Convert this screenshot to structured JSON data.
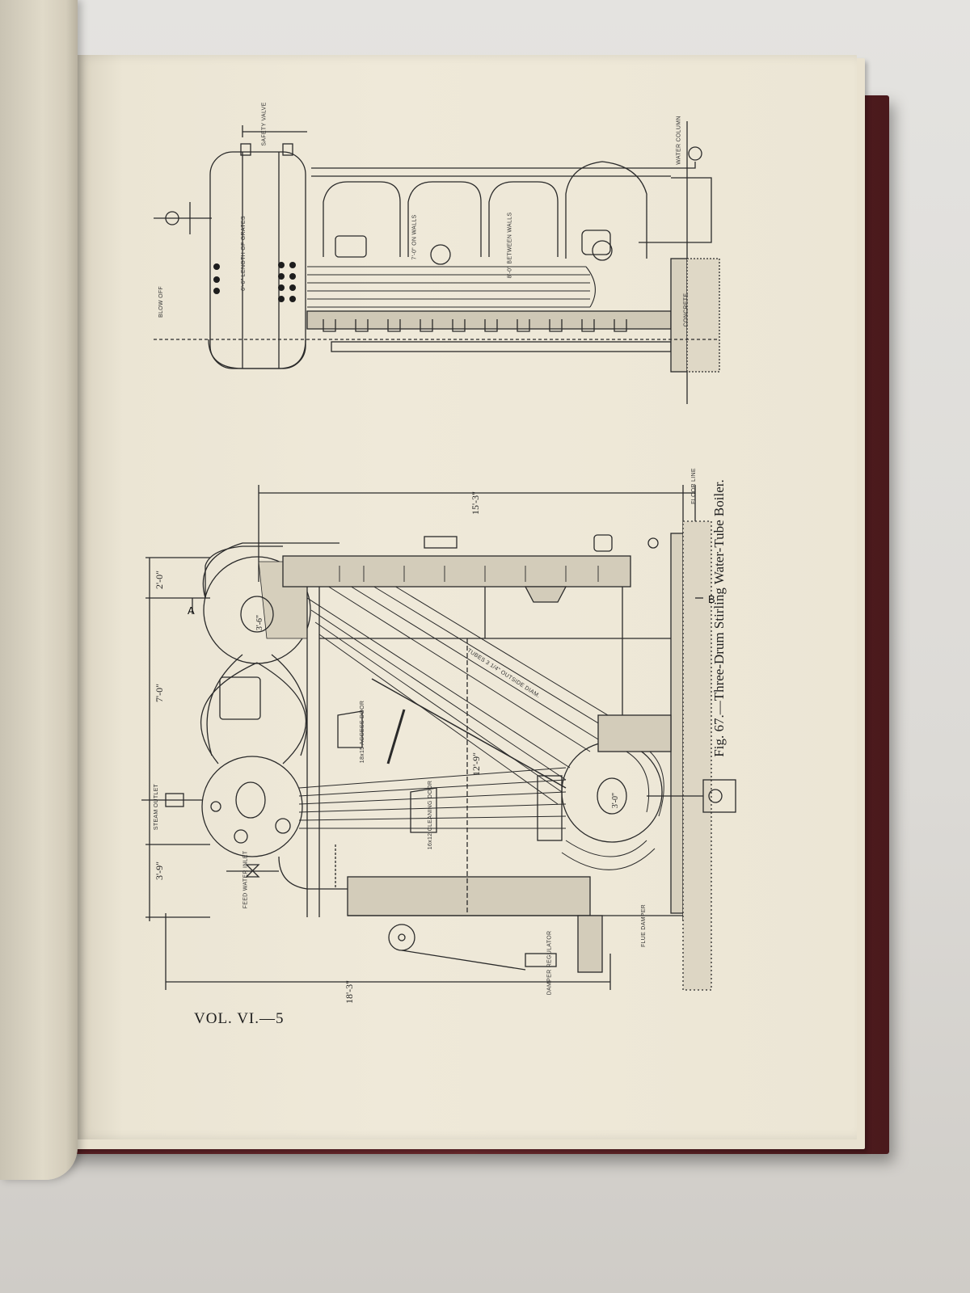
{
  "figure": {
    "caption": "Fig. 67.—Three-Drum Stirling Water-Tube Boiler.",
    "page_footer": "VOL. VI.—5",
    "section_marks": [
      "A",
      "B"
    ]
  },
  "dimensions": {
    "overall_length_top": "15'-3\"",
    "overall_length_bottom": "18'-3\"",
    "floor_line": "FLOOR LINE",
    "left_2_0": "2'-0\"",
    "left_7_0": "7'-0\"",
    "left_3_9": "3'-9\"",
    "center_12_9": "12'-9\"",
    "drum_3_6": "3'-6\"",
    "drum_3_0": "3'-0\""
  },
  "labels": {
    "access_door": "18x15 ACCESS DOOR",
    "cleaning_door": "16x12 CLEANING DOOR",
    "tubes": "TUBES 3 1/4\" OUTSIDE DIAM.",
    "steam_outlet": "STEAM OUTLET",
    "feed_water": "FEED WATER INLET",
    "damper": "DAMPER REGULATOR",
    "flue_damper": "FLUE DAMPER",
    "concrete": "CONCRETE",
    "length_of_grates": "6'-6\" LENGTH OF GRATES",
    "water_walls": "7'-0\" ON WALLS",
    "brick_walls": "8'-0\" BETWEEN WALLS",
    "safety_valve": "SAFETY VALVE",
    "water_column": "WATER COLUMN",
    "blow_off": "BLOW OFF"
  },
  "colors": {
    "paper": "#ece6d5",
    "ink": "#1d1d1d",
    "book_cover": "#5a2024"
  }
}
